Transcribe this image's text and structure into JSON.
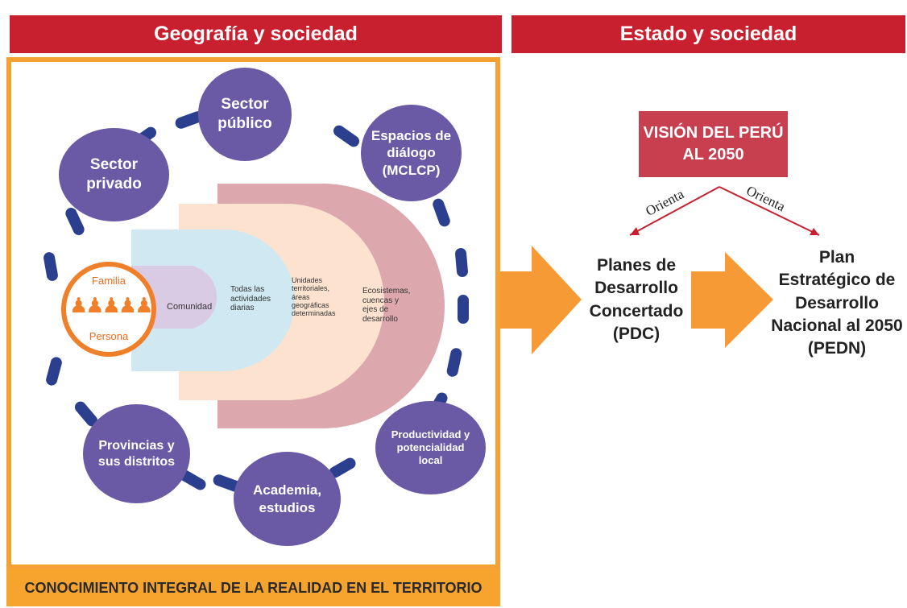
{
  "banners": {
    "left": "Geografía y sociedad",
    "right": "Estado y sociedad"
  },
  "circles": {
    "sector_publico": [
      "Sector",
      "público"
    ],
    "sector_privado": [
      "Sector",
      "privado"
    ],
    "espacios": [
      "Espacios de",
      "diálogo",
      "(MCLCP)"
    ],
    "provincias": [
      "Provincias y",
      "sus distritos"
    ],
    "academia": [
      "Academia,",
      "estudios"
    ],
    "productividad": [
      "Productividad y",
      "potencialidad",
      "local"
    ]
  },
  "center": {
    "familia": "Familia",
    "persona": "Persona",
    "comunidad": "Comunidad",
    "actividades": [
      "Todas las",
      "actividades",
      "diarias"
    ],
    "unidades": [
      "Unidades",
      "territoriales,",
      "áreas",
      "geográficas",
      "determinadas"
    ],
    "ecosistemas": [
      "Ecosistemas,",
      "cuencas y",
      "ejes de",
      "desarrollo"
    ]
  },
  "footer": "CONOCIMIENTO INTEGRAL DE LA REALIDAD EN EL TERRITORIO",
  "right": {
    "vision": [
      "VISIÓN DEL PERÚ",
      "AL 2050"
    ],
    "orienta_left": "Orienta",
    "orienta_right": "Orienta",
    "pdc": [
      "Planes de",
      "Desarrollo",
      "Concertado",
      "(PDC)"
    ],
    "pedn": [
      "Plan",
      "Estratégico de",
      "Desarrollo",
      "Nacional al 2050",
      "(PEDN)"
    ]
  },
  "colors": {
    "banner_red": "#c8202f",
    "frame_orange": "#f4a032",
    "circle_purple": "#6a5aa6",
    "arrow_orange": "#f59a35",
    "vision_red": "#c8404f"
  }
}
